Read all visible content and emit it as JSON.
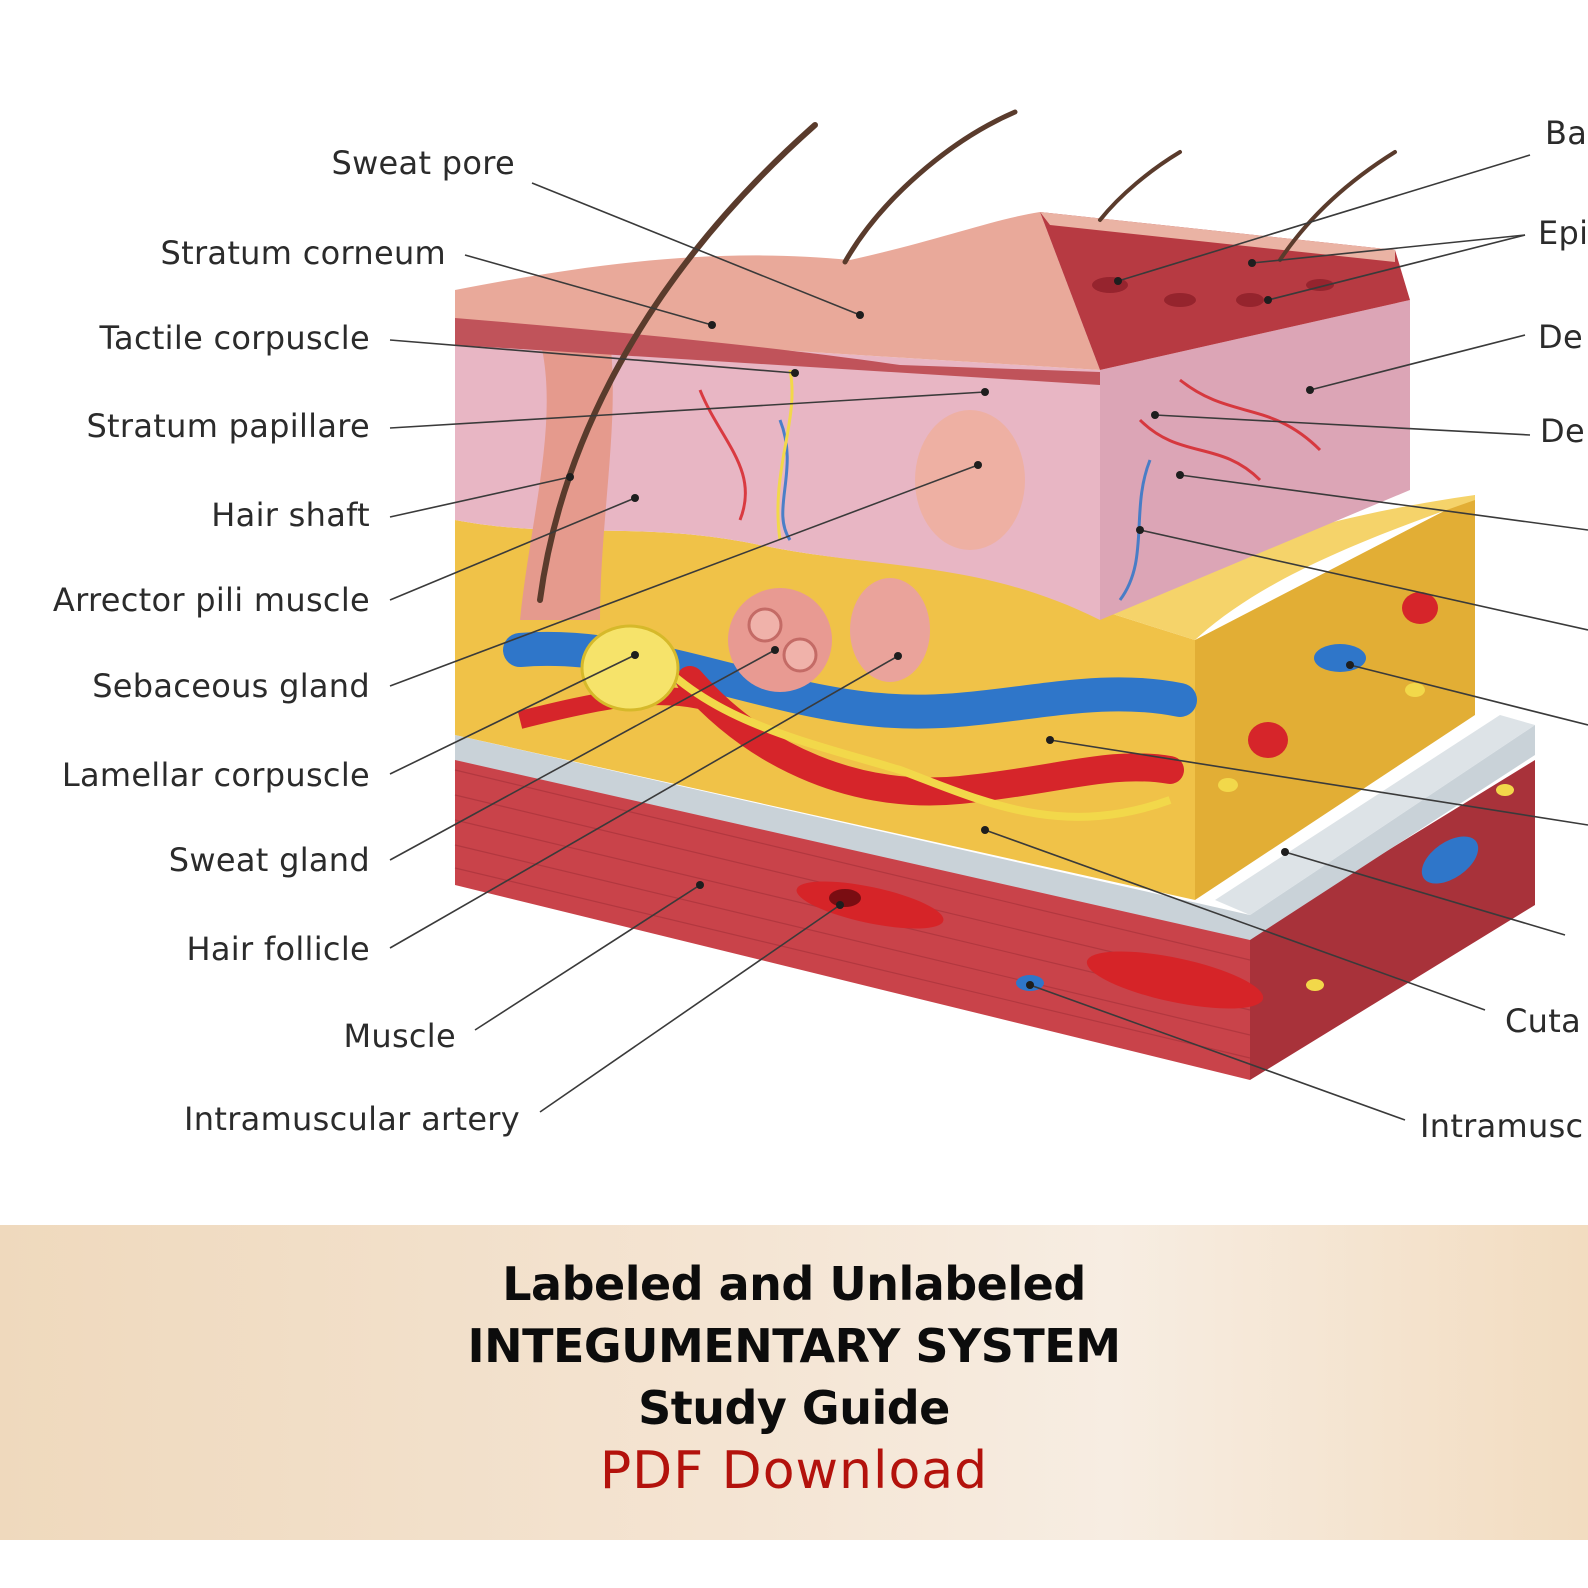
{
  "left_labels": [
    "Sweat pore",
    "Stratum corneum",
    "Tactile corpuscle",
    "Stratum papillare",
    "Hair shaft",
    "Arrector pili muscle",
    "Sebaceous gland",
    "Lamellar corpuscle",
    "Sweat gland",
    "Hair follicle",
    "Muscle",
    "Intramuscular artery"
  ],
  "right_labels": [
    "Ba",
    "Epi",
    "De",
    "De",
    "Cuta",
    "Intramusc"
  ],
  "banner": {
    "line1": "Labeled and Unlabeled",
    "line2": "INTEGUMENTARY SYSTEM",
    "line3": "Study Guide",
    "download": "PDF Download"
  },
  "colors": {
    "banner_title": "#0c0c0c",
    "download_text": "#b3120c",
    "epidermis": "#e9a99a",
    "dermis": "#e8b6c4",
    "hypodermis": "#f0c248",
    "fascia": "#c9d2d8",
    "muscle": "#c9434a",
    "artery": "#d6252a",
    "vein": "#2f76c9",
    "nerve": "#f2d84a"
  }
}
